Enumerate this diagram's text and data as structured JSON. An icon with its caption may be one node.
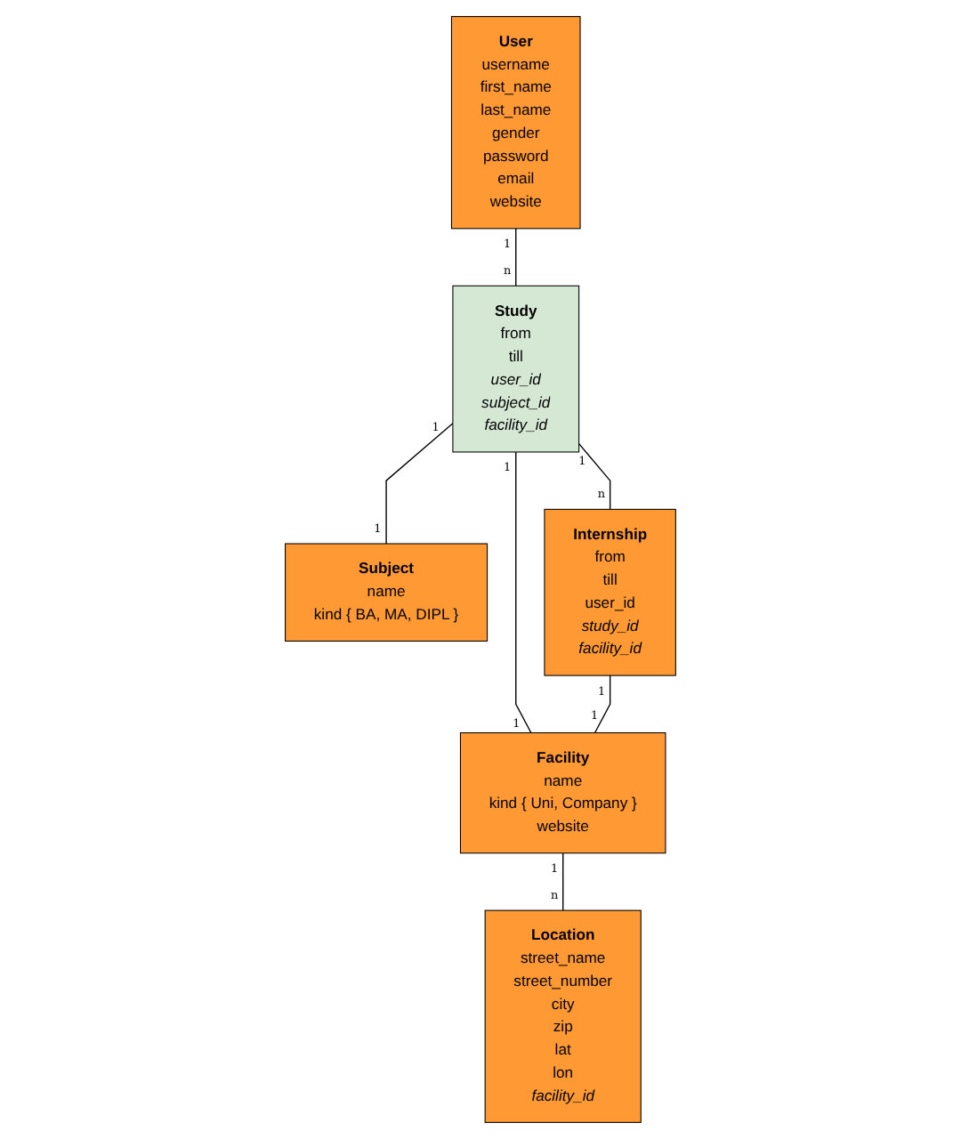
{
  "diagram": {
    "nodes": [
      {
        "text": [
          "User",
          "username",
          "first_name",
          "last_name",
          "gender",
          "password",
          "email",
          "website"
        ]
      },
      {
        "text": [
          "Study",
          "from",
          "till",
          "user_id",
          "subject_id",
          "facility_id"
        ]
      },
      {
        "text": [
          "Subject",
          "name",
          "kind { BA, MA, DIPL }"
        ]
      },
      {
        "text": [
          "Internship",
          "from",
          "till",
          "user_id",
          "study_id",
          "facility_id"
        ]
      },
      {
        "text": [
          "Facility",
          "name",
          "kind { Uni, Company }",
          "website"
        ]
      },
      {
        "text": [
          "Location",
          "street_name",
          "street_number",
          "city",
          "zip",
          "lat",
          "lon",
          "facility_id"
        ]
      }
    ],
    "edges": [
      {
        "from": 0,
        "to": 1,
        "arrow": "none"
      },
      {
        "from": 1,
        "to": 2,
        "arrow": "none"
      },
      {
        "from": 1,
        "to": 3,
        "arrow": "none"
      },
      {
        "from": 1,
        "to": 4,
        "arrow": "none"
      },
      {
        "from": 3,
        "to": 4,
        "arrow": "none"
      },
      {
        "from": 4,
        "to": 5,
        "arrow": "none"
      }
    ],
    "labels": [
      "1",
      "n",
      "1",
      "1",
      "1",
      "1",
      "n",
      "1",
      "1",
      "1",
      "1",
      "n"
    ]
  }
}
